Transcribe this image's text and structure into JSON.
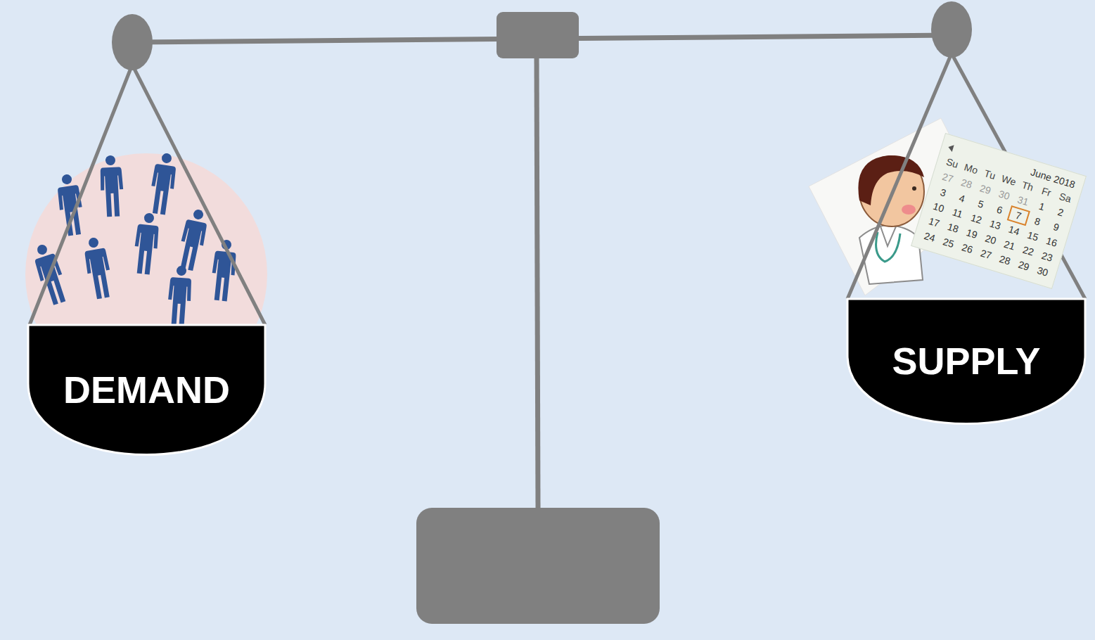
{
  "diagram": {
    "nodes": [
      {
        "text": [
          "DEMAND"
        ]
      },
      {
        "text": [
          "SUPPLY"
        ]
      }
    ],
    "labels": [
      "June 2018",
      "Su",
      "Mo",
      "Tu",
      "We",
      "Th",
      "Fr",
      "Sa",
      "27",
      "28",
      "29",
      "30",
      "31",
      "1",
      "2",
      "3",
      "4",
      "5",
      "6",
      "7",
      "8",
      "9",
      "10",
      "11",
      "12",
      "13",
      "14",
      "15",
      "16",
      "17",
      "18",
      "19",
      "20",
      "21",
      "22",
      "23",
      "24",
      "25",
      "26",
      "27",
      "28",
      "29",
      "30"
    ]
  }
}
